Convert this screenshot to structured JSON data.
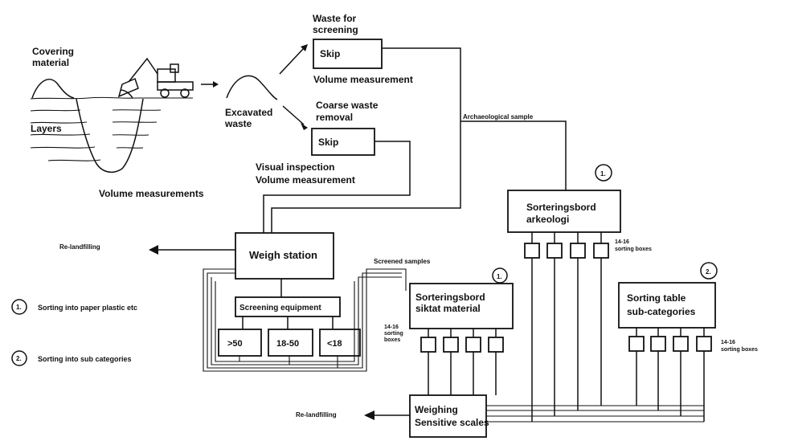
{
  "labels": {
    "covering_material_1": "Covering",
    "covering_material_2": "material",
    "layers": "Layers",
    "volume_measurements": "Volume measurements",
    "excavated_waste_1": "Excavated",
    "excavated_waste_2": "waste",
    "waste_for_screening_1": "Waste for",
    "waste_for_screening_2": "screening",
    "skip_top": "Skip",
    "volume_measurement_top": "Volume measurement",
    "coarse_waste_1": "Coarse waste",
    "coarse_waste_2": "removal",
    "skip_bottom": "Skip",
    "visual_inspection": "Visual inspection",
    "volume_measurement_bottom": "Volume measurement",
    "archaeological_sample": "Archaeological sample",
    "re_landfilling_top": "Re-landfilling",
    "weigh_station": "Weigh station",
    "screened_samples": "Screened samples",
    "screening_equipment": "Screening equipment",
    "size_gt50": ">50",
    "size_18_50": "18-50",
    "size_lt18": "<18",
    "sorteringsbord_siktat_1": "Sorteringsbord",
    "sorteringsbord_siktat_2": "siktat material",
    "sorting_boxes_left_1": "14-16",
    "sorting_boxes_left_2": "sorting",
    "sorting_boxes_left_3": "boxes",
    "sorteringsbord_arkeologi_1": "Sorteringsbord",
    "sorteringsbord_arkeologi_2": "arkeologi",
    "sorting_boxes_arch_1": "14-16",
    "sorting_boxes_arch_2": "sorting boxes",
    "sorting_table_1": "Sorting table",
    "sorting_table_2": "sub-categories",
    "sorting_boxes_right_1": "14-16",
    "sorting_boxes_right_2": "sorting boxes",
    "weighing_1": "Weighing",
    "weighing_2": "Sensitive scales",
    "re_landfilling_bottom": "Re-landfilling",
    "legend_1_num": "1.",
    "legend_1_text": "Sorting into paper plastic etc",
    "legend_2_num": "2.",
    "legend_2_text": "Sorting into sub categories",
    "marker_1_siktat": "1.",
    "marker_1_arkeologi": "1.",
    "marker_2_sorting": "2."
  }
}
